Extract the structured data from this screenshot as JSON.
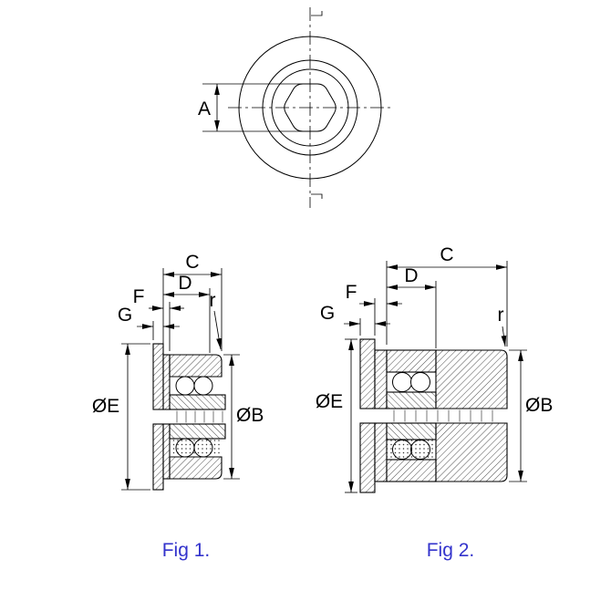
{
  "drawing": {
    "top_view": {
      "dim_a": "A"
    },
    "fig1": {
      "caption": "Fig 1.",
      "dims": {
        "c": "C",
        "d": "D",
        "f": "F",
        "g": "G",
        "r": "r",
        "oe": "ØE",
        "ob": "ØB"
      }
    },
    "fig2": {
      "caption": "Fig 2.",
      "dims": {
        "c": "C",
        "d": "D",
        "f": "F",
        "g": "G",
        "r": "r",
        "oe": "ØE",
        "ob": "ØB"
      }
    }
  },
  "colors": {
    "line": "#000000",
    "caption": "#3333cc"
  }
}
